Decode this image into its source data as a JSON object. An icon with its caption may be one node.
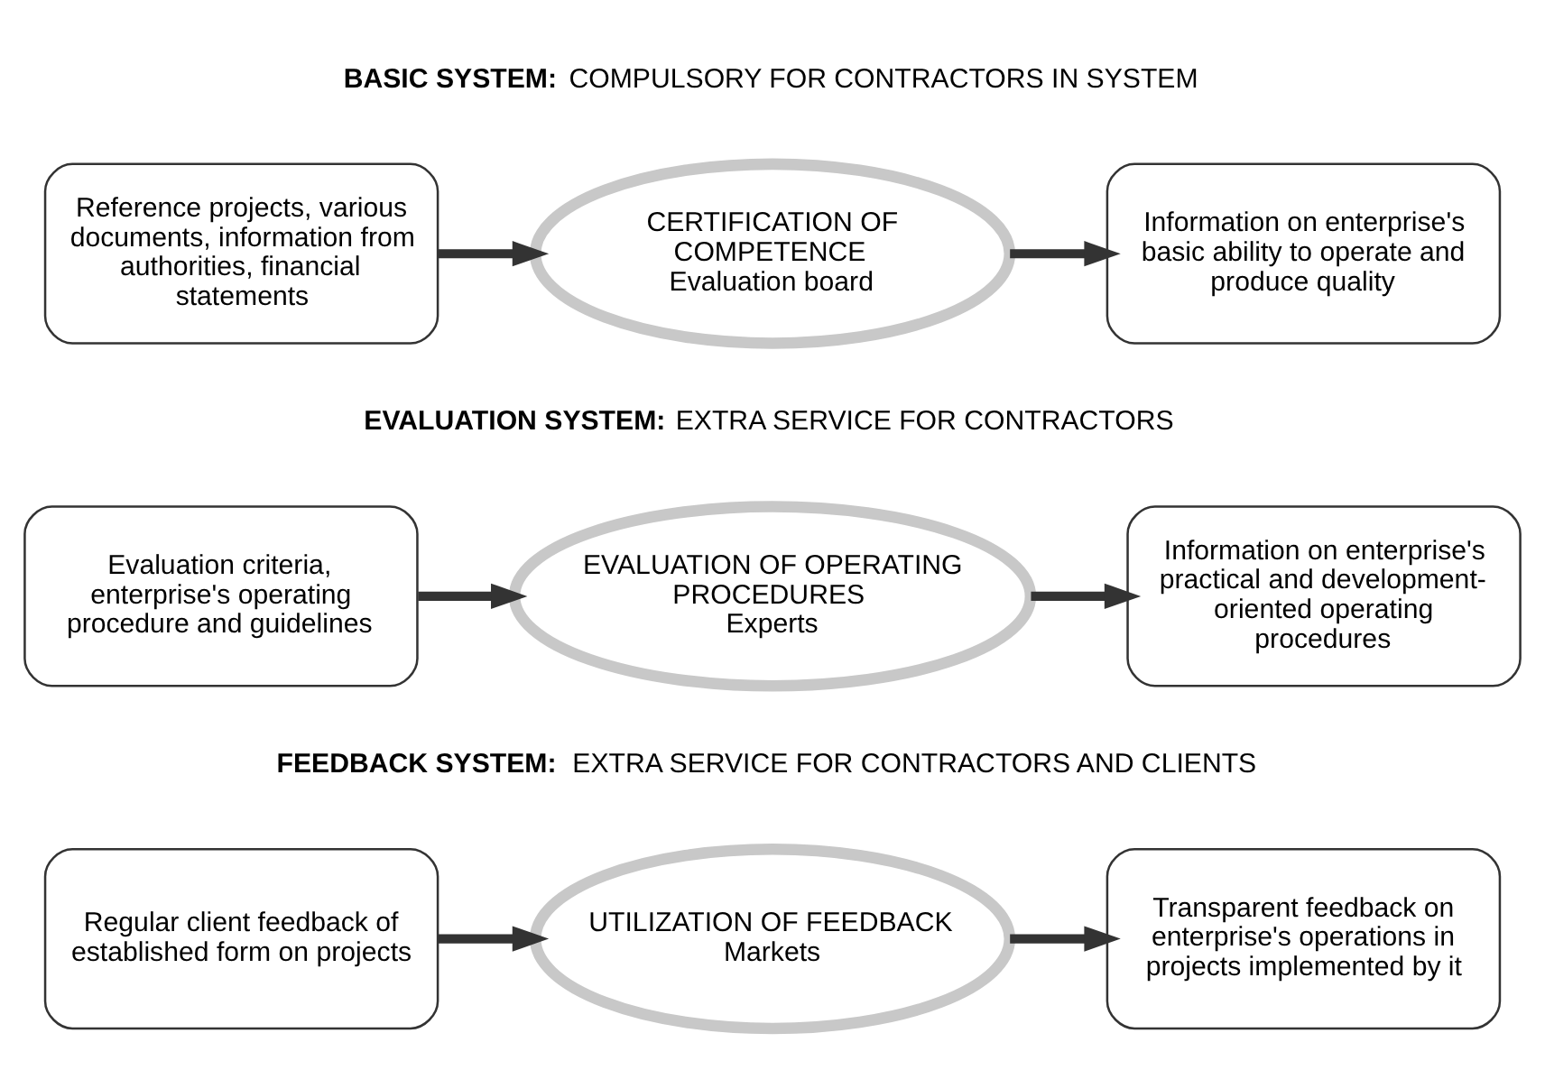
{
  "diagram": {
    "nodes": [
      {
        "text": [
          "Reference projects, various documents, information from authorities, financial statements"
        ]
      },
      {
        "text": [
          "CERTIFICATION OF COMPETENCE",
          "Evaluation board"
        ]
      },
      {
        "text": [
          "Information on enterprise's basic ability to operate and produce quality"
        ]
      },
      {
        "text": [
          "Evaluation criteria, enterprise's operating procedure and guidelines"
        ]
      },
      {
        "text": [
          "EVALUATION OF OPERATING PROCEDURES",
          "Experts"
        ]
      },
      {
        "text": [
          "Information on enterprise's practical and development-oriented operating procedures"
        ]
      },
      {
        "text": [
          "Regular client feedback of established form on projects"
        ]
      },
      {
        "text": [
          "UTILIZATION OF FEEDBACK",
          "Markets"
        ]
      },
      {
        "text": [
          "Transparent feedback on enterprise's operations in projects implemented by it"
        ]
      }
    ],
    "edges": [
      {
        "from": 0,
        "to": 1,
        "arrow": "to"
      },
      {
        "from": 1,
        "to": 2,
        "arrow": "to"
      },
      {
        "from": 3,
        "to": 4,
        "arrow": "to"
      },
      {
        "from": 4,
        "to": 5,
        "arrow": "to"
      },
      {
        "from": 6,
        "to": 7,
        "arrow": "to"
      },
      {
        "from": 7,
        "to": 8,
        "arrow": "to"
      }
    ],
    "labels": [
      "**BASIC SYSTEM:** COMPULSORY FOR CONTRACTORS IN SYSTEM",
      "**EVALUATION SYSTEM:** EXTRA SERVICE FOR CONTRACTORS",
      "**FEEDBACK SYSTEM:** EXTRA SERVICE FOR CONTRACTORS AND CLIENTS"
    ]
  }
}
